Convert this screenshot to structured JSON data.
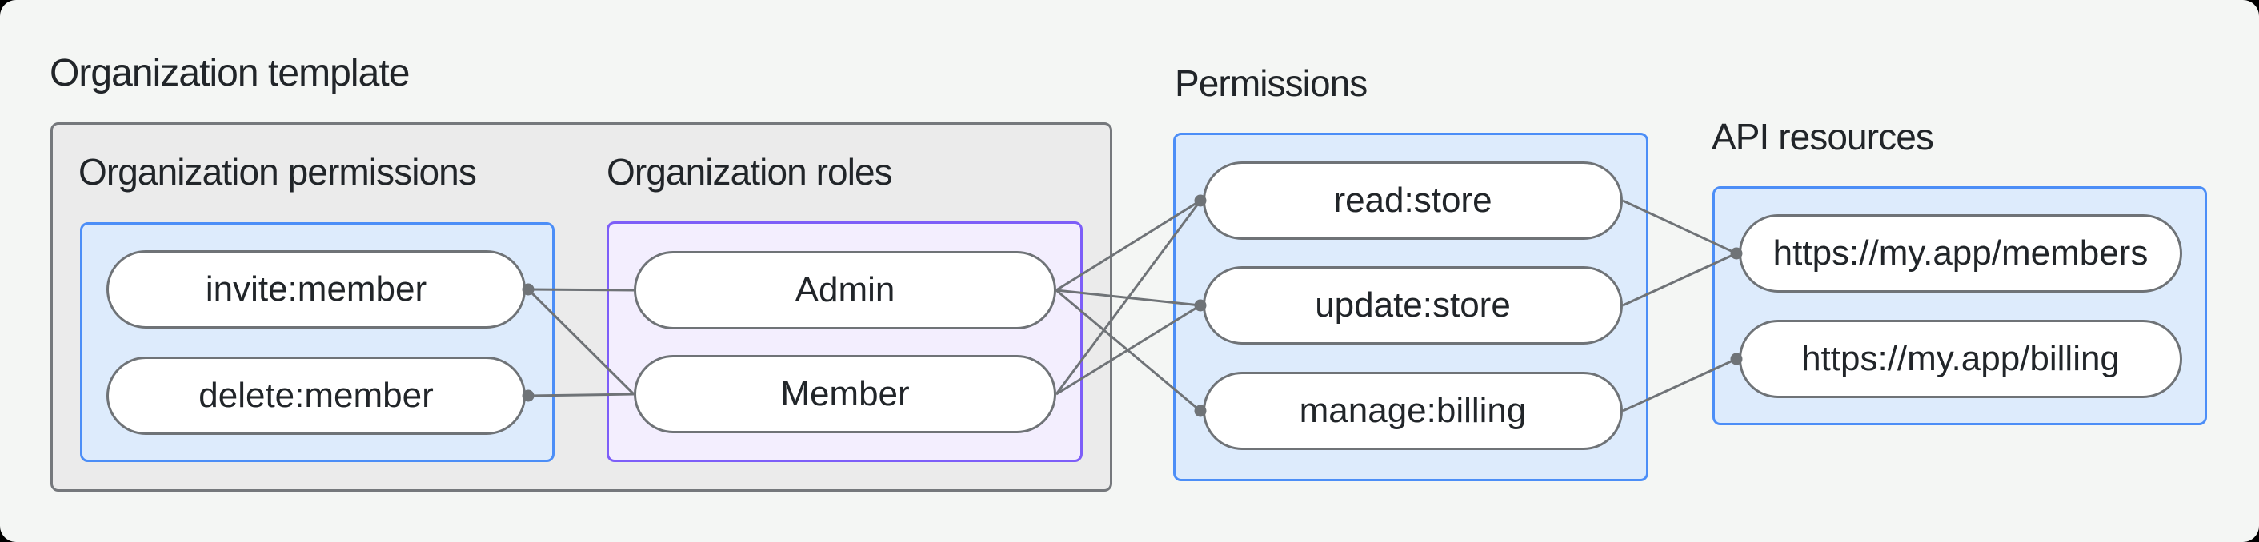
{
  "title": "Organization template",
  "groups": [
    {
      "id": "org_permissions",
      "label": "Organization permissions",
      "nodes": [
        "invite_member",
        "delete_member"
      ]
    },
    {
      "id": "org_roles",
      "label": "Organization roles",
      "nodes": [
        "admin",
        "member"
      ]
    },
    {
      "id": "permissions",
      "label": "Permissions",
      "nodes": [
        "read_store",
        "update_store",
        "manage_billing"
      ]
    },
    {
      "id": "api_resources",
      "label": "API resources",
      "nodes": [
        "members_url",
        "billing_url"
      ]
    }
  ],
  "nodes": {
    "invite_member": "invite:member",
    "delete_member": "delete:member",
    "admin": "Admin",
    "member": "Member",
    "read_store": "read:store",
    "update_store": "update:store",
    "manage_billing": "manage:billing",
    "members_url": "https://my.app/members",
    "billing_url": "https://my.app/billing"
  },
  "edges": [
    [
      "invite_member",
      "admin"
    ],
    [
      "invite_member",
      "member"
    ],
    [
      "delete_member",
      "member"
    ],
    [
      "admin",
      "read_store"
    ],
    [
      "admin",
      "update_store"
    ],
    [
      "admin",
      "manage_billing"
    ],
    [
      "member",
      "read_store"
    ],
    [
      "member",
      "update_store"
    ],
    [
      "read_store",
      "members_url"
    ],
    [
      "update_store",
      "members_url"
    ],
    [
      "manage_billing",
      "billing_url"
    ]
  ],
  "colors": {
    "background": "#f4f6f4",
    "gray_fill": "#ebebeb",
    "gray_border": "#75787c",
    "blue_fill": "#ddebfc",
    "blue_border": "#4c8ef7",
    "purple_fill": "#f3eefe",
    "purple_border": "#7d5ef8",
    "pill_border": "#6f7377",
    "line": "#6f7377",
    "text": "#212529"
  }
}
